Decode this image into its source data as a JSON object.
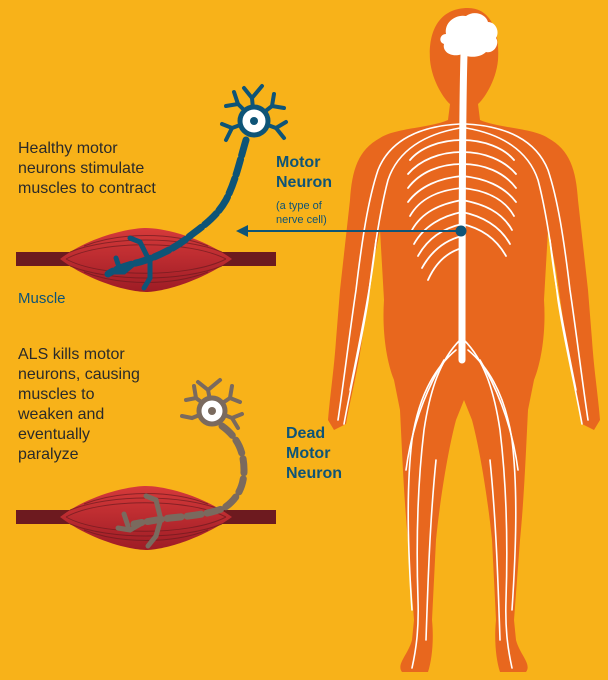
{
  "healthy_text": [
    "Healthy motor",
    "neurons stimulate",
    "muscles to contract"
  ],
  "motor_neuron_label": [
    "Motor",
    "Neuron"
  ],
  "nerve_cell_note": [
    "(a type of",
    "nerve cell)"
  ],
  "muscle_label": "Muscle",
  "als_text": [
    "ALS kills motor",
    "neurons, causing",
    "muscles to",
    "weaken and",
    "eventually",
    "paralyze"
  ],
  "dead_neuron_label": [
    "Dead",
    "Motor",
    "Neuron"
  ],
  "colors": {
    "background": "#f8b219",
    "body": "#e8671e",
    "nerves": "#ffffff",
    "muscle": "#b8242c",
    "muscle_dark": "#6d1a1f",
    "neuron": "#0e5477",
    "dead_neuron": "#7a6a5e"
  }
}
